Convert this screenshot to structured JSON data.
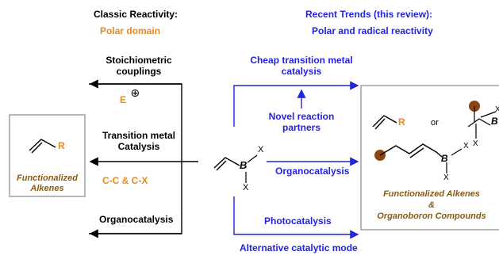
{
  "header": {
    "classic_title": "Classic Reactivity:",
    "classic_sub": "Polar domain",
    "trends_title": "Recent Trends (this review):",
    "trends_sub": "Polar and radical reactivity"
  },
  "left": {
    "stoich_line1": "Stoichiometric",
    "stoich_line2": "couplings",
    "electrophile": "E",
    "electrophile_charge": "⊕",
    "tm_line1": "Transition metal",
    "tm_line2": "Catalysis",
    "cc_cx": "C-C & C-X",
    "organocat": "Organocatalysis",
    "product_r": "R",
    "product_line1": "Functionalized",
    "product_line2": "Alkenes"
  },
  "center": {
    "cheap_line1": "Cheap transition metal",
    "cheap_line2": "catalysis",
    "novel_line1": "Novel reaction",
    "novel_line2": "partners",
    "organocat": "Organocatalysis",
    "photocat": "Photocatalysis",
    "alternative": "Alternative catalytic mode",
    "reagent_b": "B",
    "reagent_x_top": "X",
    "reagent_x_bottom": "X"
  },
  "right": {
    "vinyl_r": "R",
    "or": "or",
    "b1": "B",
    "x1": "X",
    "x1b": "X",
    "b2": "B",
    "x2": "X",
    "x2b": "X",
    "product_line1": "Functionalized Alkenes",
    "product_line2": "&",
    "product_line3": "Organoboron Compounds"
  },
  "colors": {
    "blue": "#2323e0",
    "orange": "#e8891c",
    "brown": "#8a5a14",
    "substituent_ball": "#8b4513"
  }
}
